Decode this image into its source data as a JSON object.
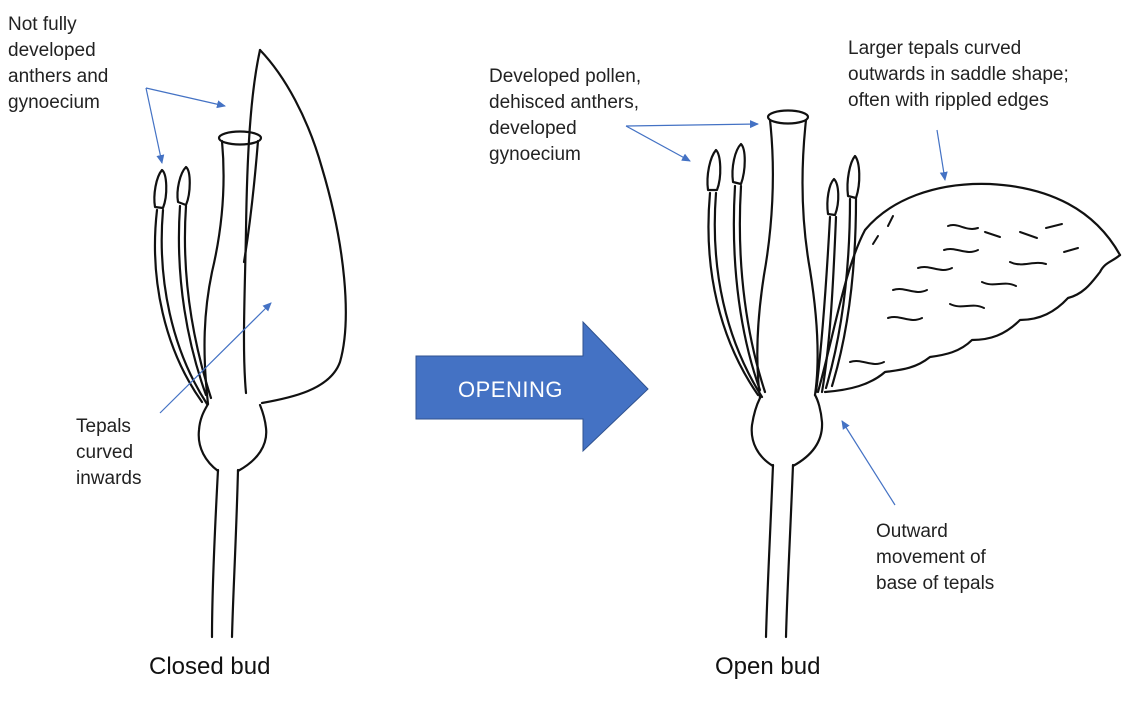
{
  "closed_bud": {
    "caption": "Closed bud",
    "annotation_anthers": [
      "Not fully",
      "developed",
      "anthers and",
      "gynoecium"
    ],
    "annotation_tepals": [
      "Tepals",
      "curved",
      "inwards"
    ]
  },
  "transition": {
    "label": "OPENING",
    "color": "#4472c4"
  },
  "open_bud": {
    "caption": "Open bud",
    "annotation_pollen": [
      "Developed pollen,",
      "dehisced anthers,",
      "developed",
      "gynoecium"
    ],
    "annotation_tepals": [
      "Larger tepals curved",
      "outwards in saddle shape;",
      "often with rippled edges"
    ],
    "annotation_base": [
      "Outward",
      "movement of",
      "base of tepals"
    ]
  },
  "colors": {
    "line": "#111111",
    "leader": "#4472c4",
    "text": "#222222"
  }
}
